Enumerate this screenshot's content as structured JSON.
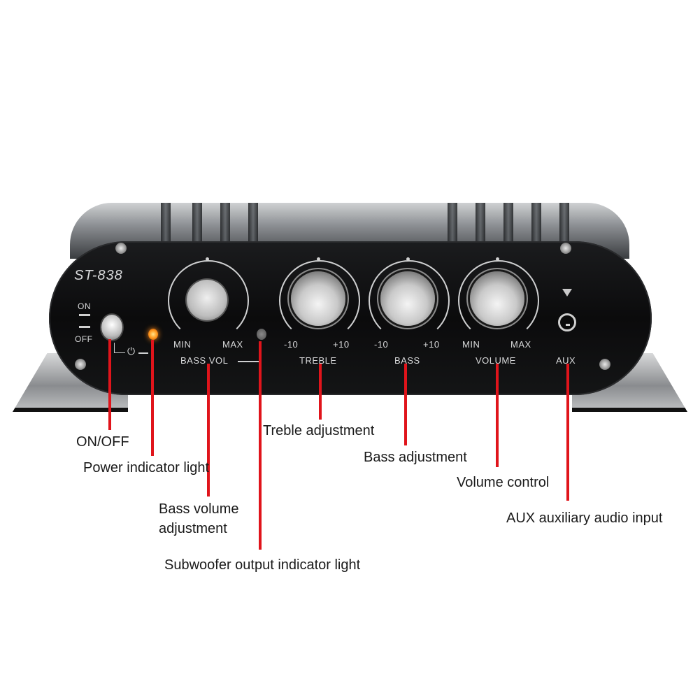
{
  "device": {
    "model": "ST-838",
    "power_switch": {
      "on_label": "ON",
      "off_label": "OFF",
      "power_symbol": "⏻"
    },
    "controls": [
      {
        "id": "bass-vol",
        "section_label": "BASS VOL",
        "min_label": "MIN",
        "max_label": "MAX"
      },
      {
        "id": "treble",
        "section_label": "TREBLE",
        "min_label": "-10",
        "max_label": "+10"
      },
      {
        "id": "bass",
        "section_label": "BASS",
        "min_label": "-10",
        "max_label": "+10"
      },
      {
        "id": "volume",
        "section_label": "VOLUME",
        "min_label": "MIN",
        "max_label": "MAX"
      }
    ],
    "aux": {
      "label": "AUX",
      "arrow": "▼"
    },
    "colors": {
      "panel": "#0e0f10",
      "leader": "#e0141b",
      "power_led": "#ff9a1f",
      "label_text": "#d9dadb"
    }
  },
  "callouts": [
    {
      "id": "on-off",
      "text": "ON/OFF"
    },
    {
      "id": "power-indicator",
      "text": "Power indicator light"
    },
    {
      "id": "bass-volume",
      "line1": "Bass volume",
      "line2": "adjustment"
    },
    {
      "id": "subwoofer-indicator",
      "text": "Subwoofer output indicator light"
    },
    {
      "id": "treble",
      "text": "Treble adjustment"
    },
    {
      "id": "bass",
      "text": "Bass adjustment"
    },
    {
      "id": "volume",
      "text": "Volume control"
    },
    {
      "id": "aux",
      "text": "AUX auxiliary audio input"
    }
  ]
}
